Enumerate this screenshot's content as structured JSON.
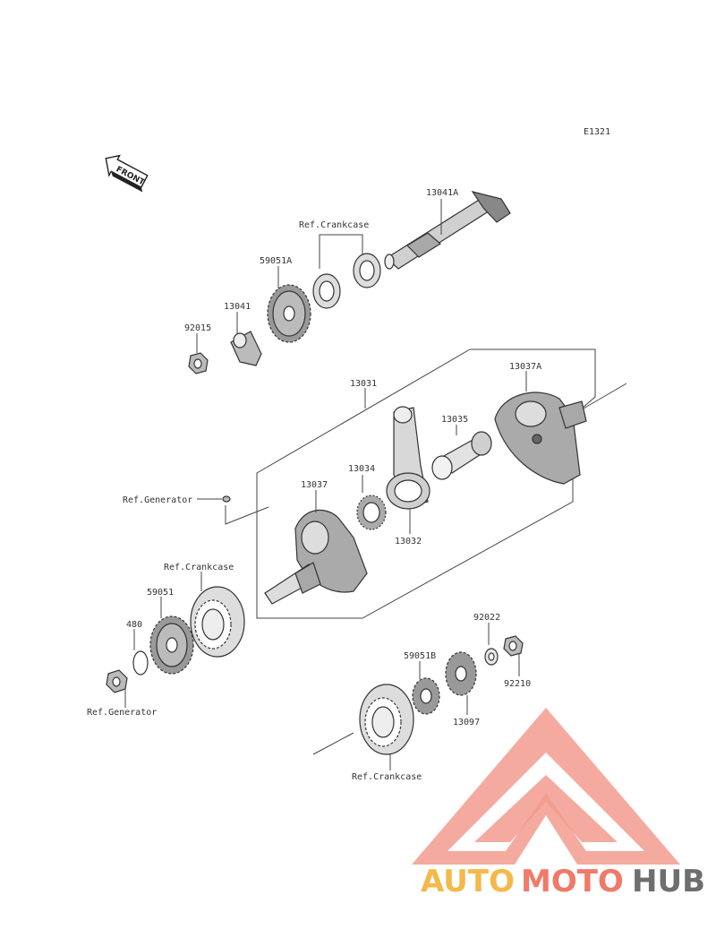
{
  "diagram_code": "E1321",
  "front_label": "FRONT",
  "labels": {
    "p13041A": "13041A",
    "ref_crankcase_top": "Ref.Crankcase",
    "p59051A": "59051A",
    "p13041": "13041",
    "p92015": "92015",
    "p13031": "13031",
    "p13037A": "13037A",
    "p13035": "13035",
    "p13034": "13034",
    "p13037": "13037",
    "ref_generator_mid": "Ref.Generator",
    "p13032": "13032",
    "ref_crankcase_left": "Ref.Crankcase",
    "p59051": "59051",
    "p480": "480",
    "ref_generator_bottom": "Ref.Generator",
    "p92022": "92022",
    "p59051B": "59051B",
    "p92210": "92210",
    "p13097": "13097",
    "ref_crankcase_bottom": "Ref.Crankcase"
  },
  "watermark": {
    "part1": "AUTO",
    "part2": "MOTO",
    "part3": "HUB",
    "color1": "#f5b84a",
    "color2": "#f07a6a",
    "color3": "#6e6e6e",
    "logo_color": "#f07a6a"
  }
}
